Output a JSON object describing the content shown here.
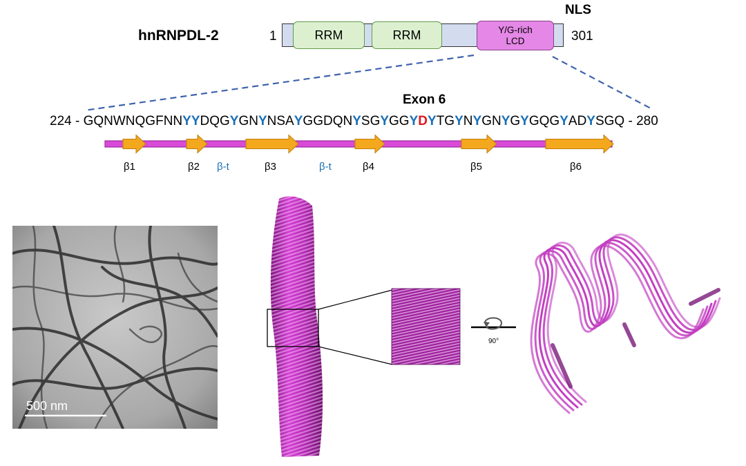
{
  "protein": {
    "name": "hnRNPDL-2",
    "start": "1",
    "end": "301"
  },
  "domains": {
    "rrm1": "RRM",
    "rrm2": "RRM",
    "lcd_line1": "Y/G-rich",
    "lcd_line2": "LCD",
    "nls": "NLS"
  },
  "exon_label": "Exon 6",
  "sequence": {
    "start": "224 - ",
    "end": " - 280",
    "segments": [
      {
        "t": "GQNWNQGFNN",
        "c": "n"
      },
      {
        "t": "YY",
        "c": "b"
      },
      {
        "t": "DQG",
        "c": "n"
      },
      {
        "t": "Y",
        "c": "b"
      },
      {
        "t": "GN",
        "c": "n"
      },
      {
        "t": "Y",
        "c": "b"
      },
      {
        "t": "NSA",
        "c": "n"
      },
      {
        "t": "Y",
        "c": "b"
      },
      {
        "t": "GGDQN",
        "c": "n"
      },
      {
        "t": "Y",
        "c": "b"
      },
      {
        "t": "SG",
        "c": "n"
      },
      {
        "t": "Y",
        "c": "b"
      },
      {
        "t": "GG",
        "c": "n"
      },
      {
        "t": "Y",
        "c": "b"
      },
      {
        "t": "D",
        "c": "r"
      },
      {
        "t": "Y",
        "c": "b"
      },
      {
        "t": "TG",
        "c": "n"
      },
      {
        "t": "Y",
        "c": "b"
      },
      {
        "t": "N",
        "c": "n"
      },
      {
        "t": "Y",
        "c": "b"
      },
      {
        "t": "GN",
        "c": "n"
      },
      {
        "t": "Y",
        "c": "b"
      },
      {
        "t": "G",
        "c": "n"
      },
      {
        "t": "Y",
        "c": "b"
      },
      {
        "t": "GQG",
        "c": "n"
      },
      {
        "t": "Y",
        "c": "b"
      },
      {
        "t": "AD",
        "c": "n"
      },
      {
        "t": "Y",
        "c": "b"
      },
      {
        "t": "SGQ",
        "c": "n"
      }
    ]
  },
  "strands": [
    "β1",
    "β2",
    "β3",
    "β4",
    "β5",
    "β6"
  ],
  "turn_label": "β-t",
  "em": {
    "scale_label": "500 nm"
  },
  "rotation_label": "90°",
  "colors": {
    "blue_residue": "#1a6fb6",
    "red_residue": "#e0161e",
    "strand_arrow": "#f4a81e",
    "chain": "#c93dc8",
    "lcd": "#e487e6"
  }
}
